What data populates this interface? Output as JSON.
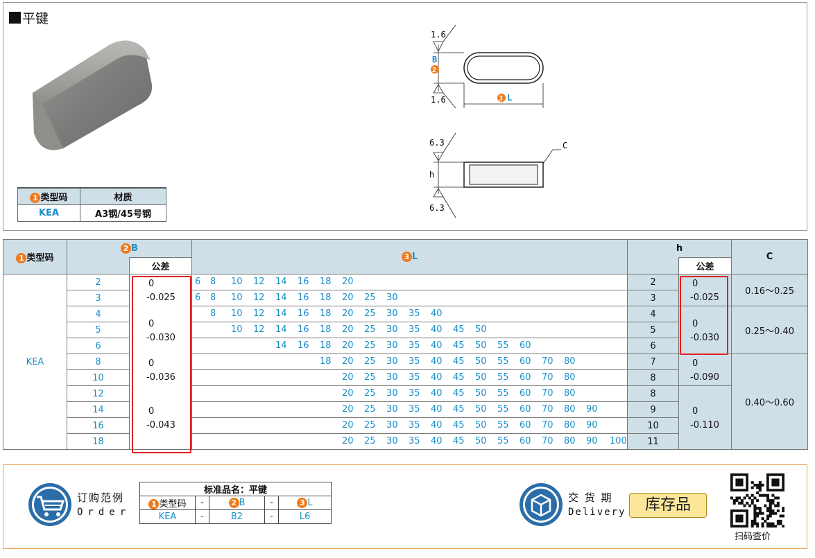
{
  "heading": "平键",
  "top": {
    "material_table": {
      "headers": [
        "类型码",
        "材质"
      ],
      "row": [
        "KEA",
        "A3钢/45号钢"
      ]
    },
    "drawing": {
      "roughness_top": "1.6",
      "roughness_bottom": "1.6",
      "dim_B": "B",
      "dim_L": "L",
      "roughness_side_top": "6.3",
      "roughness_side_bottom": "6.3",
      "dim_h": "h",
      "chamfer": "C"
    }
  },
  "main_table": {
    "headers": {
      "type_code": "类型码",
      "B": "B",
      "tolerance": "公差",
      "L": "L",
      "h": "h",
      "h_tolerance": "公差",
      "C": "C"
    },
    "type_value": "KEA",
    "rows": [
      {
        "B": "2",
        "L": [
          "6",
          "8",
          "10",
          "12",
          "14",
          "16",
          "18",
          "20"
        ],
        "h": "2"
      },
      {
        "B": "3",
        "L": [
          "6",
          "8",
          "10",
          "12",
          "14",
          "16",
          "18",
          "20",
          "25",
          "30"
        ],
        "h": "3"
      },
      {
        "B": "4",
        "L": [
          "8",
          "10",
          "12",
          "14",
          "16",
          "18",
          "20",
          "25",
          "30",
          "35",
          "40"
        ],
        "h": "4"
      },
      {
        "B": "5",
        "L": [
          "10",
          "12",
          "14",
          "16",
          "18",
          "20",
          "25",
          "30",
          "35",
          "40",
          "45",
          "50"
        ],
        "h": "5"
      },
      {
        "B": "6",
        "L": [
          "14",
          "16",
          "18",
          "20",
          "25",
          "30",
          "35",
          "40",
          "45",
          "50",
          "55",
          "60"
        ],
        "h": "6"
      },
      {
        "B": "8",
        "L": [
          "18",
          "20",
          "25",
          "30",
          "35",
          "40",
          "45",
          "50",
          "55",
          "60",
          "70",
          "80"
        ],
        "h": "7"
      },
      {
        "B": "10",
        "L": [
          "20",
          "25",
          "30",
          "35",
          "40",
          "45",
          "50",
          "55",
          "60",
          "70",
          "80"
        ],
        "h": "8"
      },
      {
        "B": "12",
        "L": [
          "20",
          "25",
          "30",
          "35",
          "40",
          "45",
          "50",
          "55",
          "60",
          "70",
          "80"
        ],
        "h": "8"
      },
      {
        "B": "14",
        "L": [
          "20",
          "25",
          "30",
          "35",
          "40",
          "45",
          "50",
          "55",
          "60",
          "70",
          "80",
          "90"
        ],
        "h": "9"
      },
      {
        "B": "16",
        "L": [
          "20",
          "25",
          "30",
          "35",
          "40",
          "45",
          "50",
          "55",
          "60",
          "70",
          "80",
          "90"
        ],
        "h": "10"
      },
      {
        "B": "18",
        "L": [
          "20",
          "25",
          "30",
          "35",
          "40",
          "45",
          "50",
          "55",
          "60",
          "70",
          "80",
          "90",
          "100"
        ],
        "h": "11"
      }
    ],
    "B_tolerances": [
      {
        "upper": "0",
        "lower": "-0.025"
      },
      {
        "upper": "0",
        "lower": "-0.030"
      },
      {
        "upper": "0",
        "lower": "-0.036"
      },
      {
        "upper": "0",
        "lower": "-0.043"
      }
    ],
    "h_tolerances": [
      {
        "upper": "0",
        "lower": "-0.025"
      },
      {
        "upper": "0",
        "lower": "-0.030"
      },
      {
        "upper": "0",
        "lower": "-0.090"
      },
      {
        "upper": "0",
        "lower": "-0.110"
      }
    ],
    "C_values": [
      "0.16～0.25",
      "0.25～0.40",
      "0.40～0.60"
    ]
  },
  "order": {
    "label_cn": "订购范例",
    "label_en": "Order",
    "table_title": "标准品名：平键",
    "headers": [
      "类型码",
      "-",
      "B",
      "-",
      "L"
    ],
    "values": [
      "KEA",
      "-",
      "B2",
      "-",
      "L6"
    ]
  },
  "delivery": {
    "label_cn": "交 货 期",
    "label_en": "Delivery",
    "stock": "库存品"
  },
  "qr_label": "扫码查价",
  "colors": {
    "accent_blue": "#1a8fc9",
    "number_orange": "#f07a1a",
    "highlight_red": "#e02020",
    "header_bg": "#cfdfe8"
  }
}
